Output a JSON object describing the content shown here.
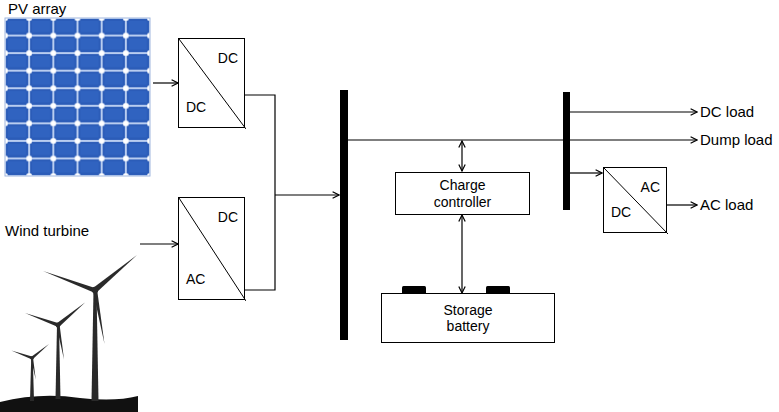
{
  "diagram": {
    "nodes": [
      {
        "text": [
          "PV array"
        ]
      },
      {
        "text": [
          "DC",
          "DC"
        ]
      },
      {
        "text": [
          "Wind turbine"
        ]
      },
      {
        "text": [
          "DC",
          "AC"
        ]
      },
      {
        "text": [
          "Charge controller"
        ]
      },
      {
        "text": [
          "Storage battery"
        ]
      },
      {
        "text": [
          "DC load"
        ]
      },
      {
        "text": [
          "Dump load"
        ]
      },
      {
        "text": [
          "AC",
          "DC"
        ]
      },
      {
        "text": [
          "AC load"
        ]
      }
    ],
    "edges": [
      {
        "from": 0,
        "to": 1,
        "arrow": "to"
      },
      {
        "from": 2,
        "to": 3,
        "arrow": "to"
      },
      {
        "from": 4,
        "to": 5,
        "arrow": "both"
      },
      {
        "from": 8,
        "to": 9,
        "arrow": "to"
      }
    ]
  }
}
